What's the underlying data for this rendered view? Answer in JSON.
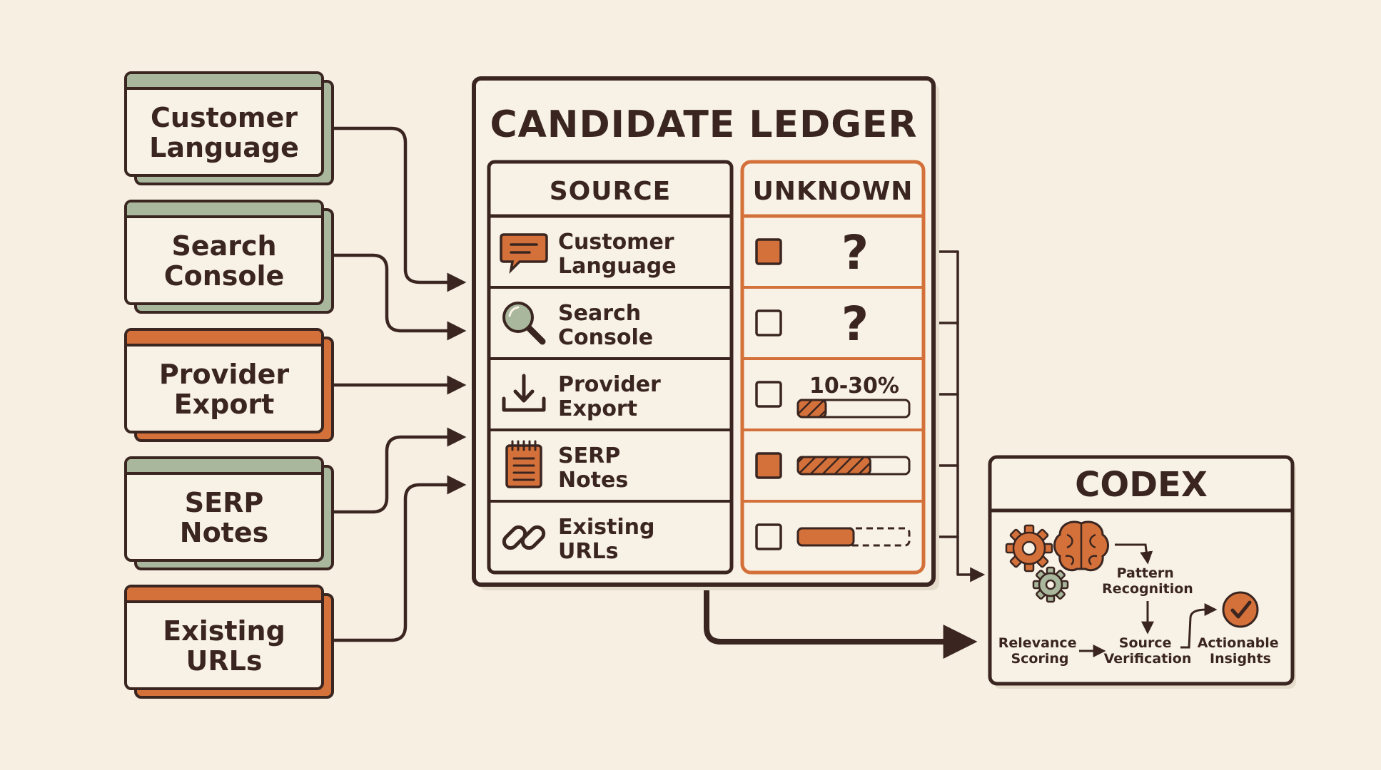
{
  "sources": [
    {
      "id": "customer-language",
      "lines": [
        "Customer",
        "Language"
      ],
      "tab_color": "#a9b79c"
    },
    {
      "id": "search-console",
      "lines": [
        "Search",
        "Console"
      ],
      "tab_color": "#a9b79c"
    },
    {
      "id": "provider-export",
      "lines": [
        "Provider",
        "Export"
      ],
      "tab_color": "#d4713a"
    },
    {
      "id": "serp-notes",
      "lines": [
        "SERP",
        "Notes"
      ],
      "tab_color": "#a9b79c"
    },
    {
      "id": "existing-urls",
      "lines": [
        "Existing",
        "URLs"
      ],
      "tab_color": "#d4713a"
    }
  ],
  "ledger": {
    "title": "CANDIDATE LEDGER",
    "source_header": "SOURCE",
    "unknown_header": "UNKNOWN",
    "rows": [
      {
        "icon": "chat-bubble-icon",
        "lines": [
          "Customer",
          "Language"
        ],
        "checked": true,
        "indicator": "question",
        "mark": "?"
      },
      {
        "icon": "magnifier-icon",
        "lines": [
          "Search",
          "Console"
        ],
        "checked": false,
        "indicator": "question",
        "mark": "?"
      },
      {
        "icon": "download-icon",
        "lines": [
          "Provider",
          "Export"
        ],
        "checked": false,
        "indicator": "bar",
        "range_label": "10-30%",
        "fill": 0.25
      },
      {
        "icon": "notepad-icon",
        "lines": [
          "SERP",
          "Notes"
        ],
        "checked": true,
        "indicator": "bar",
        "fill": 0.65
      },
      {
        "icon": "chain-link-icon",
        "lines": [
          "Existing",
          "URLs"
        ],
        "checked": false,
        "indicator": "bar-dashed",
        "fill": 0.5
      }
    ]
  },
  "codex": {
    "title": "CODEX",
    "steps": {
      "pattern": [
        "Pattern",
        "Recognition"
      ],
      "relevance": [
        "Relevance",
        "Scoring"
      ],
      "source": [
        "Source",
        "Verification"
      ],
      "insights": [
        "Actionable",
        "Insights"
      ]
    }
  },
  "colors": {
    "background": "#f6efe2",
    "ink": "#3a2520",
    "accent_orange": "#d4713a",
    "sage": "#a9b79c",
    "card": "#f8f2e6"
  }
}
